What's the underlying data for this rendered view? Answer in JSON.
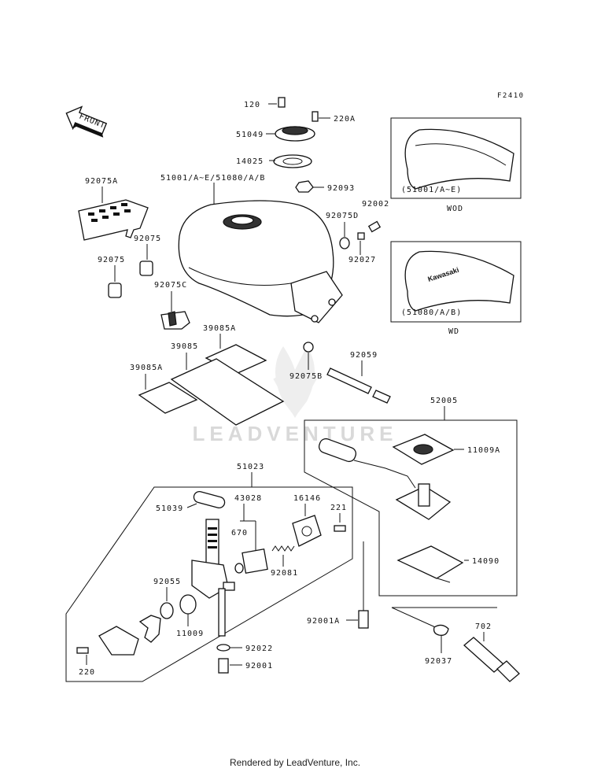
{
  "figure_code": "F2410",
  "front_arrow": "FRONT",
  "watermark": "LEADVENTURE",
  "footer": "Rendered by LeadVenture, Inc.",
  "variants": {
    "top_box_label": "(51001/A~E)",
    "top_box_caption": "WOD",
    "bottom_box_label": "(51080/A/B)",
    "bottom_box_caption": "WD",
    "tank_brand": "Kawasaki"
  },
  "labels": {
    "p120": "120",
    "p220a": "220A",
    "p51049": "51049",
    "p14025": "14025",
    "p51001": "51001/A~E/51080/A/B",
    "p92093": "92093",
    "p92075a": "92075A",
    "p92075": "92075",
    "p92075_2": "92075",
    "p92075c": "92075C",
    "p92075d": "92075D",
    "p92002": "92002",
    "p92027": "92027",
    "p39085a_top": "39085A",
    "p39085": "39085",
    "p39085a_bottom": "39085A",
    "p92075b": "92075B",
    "p92059": "92059",
    "p52005": "52005",
    "p11009a": "11009A",
    "p14090": "14090",
    "p51023": "51023",
    "p51039": "51039",
    "p43028": "43028",
    "p16146": "16146",
    "p221": "221",
    "p670": "670",
    "p92081": "92081",
    "p92055": "92055",
    "p11009": "11009",
    "p92022": "92022",
    "p92001": "92001",
    "p220": "220",
    "p92001a": "92001A",
    "p702": "702",
    "p92037": "92037"
  }
}
